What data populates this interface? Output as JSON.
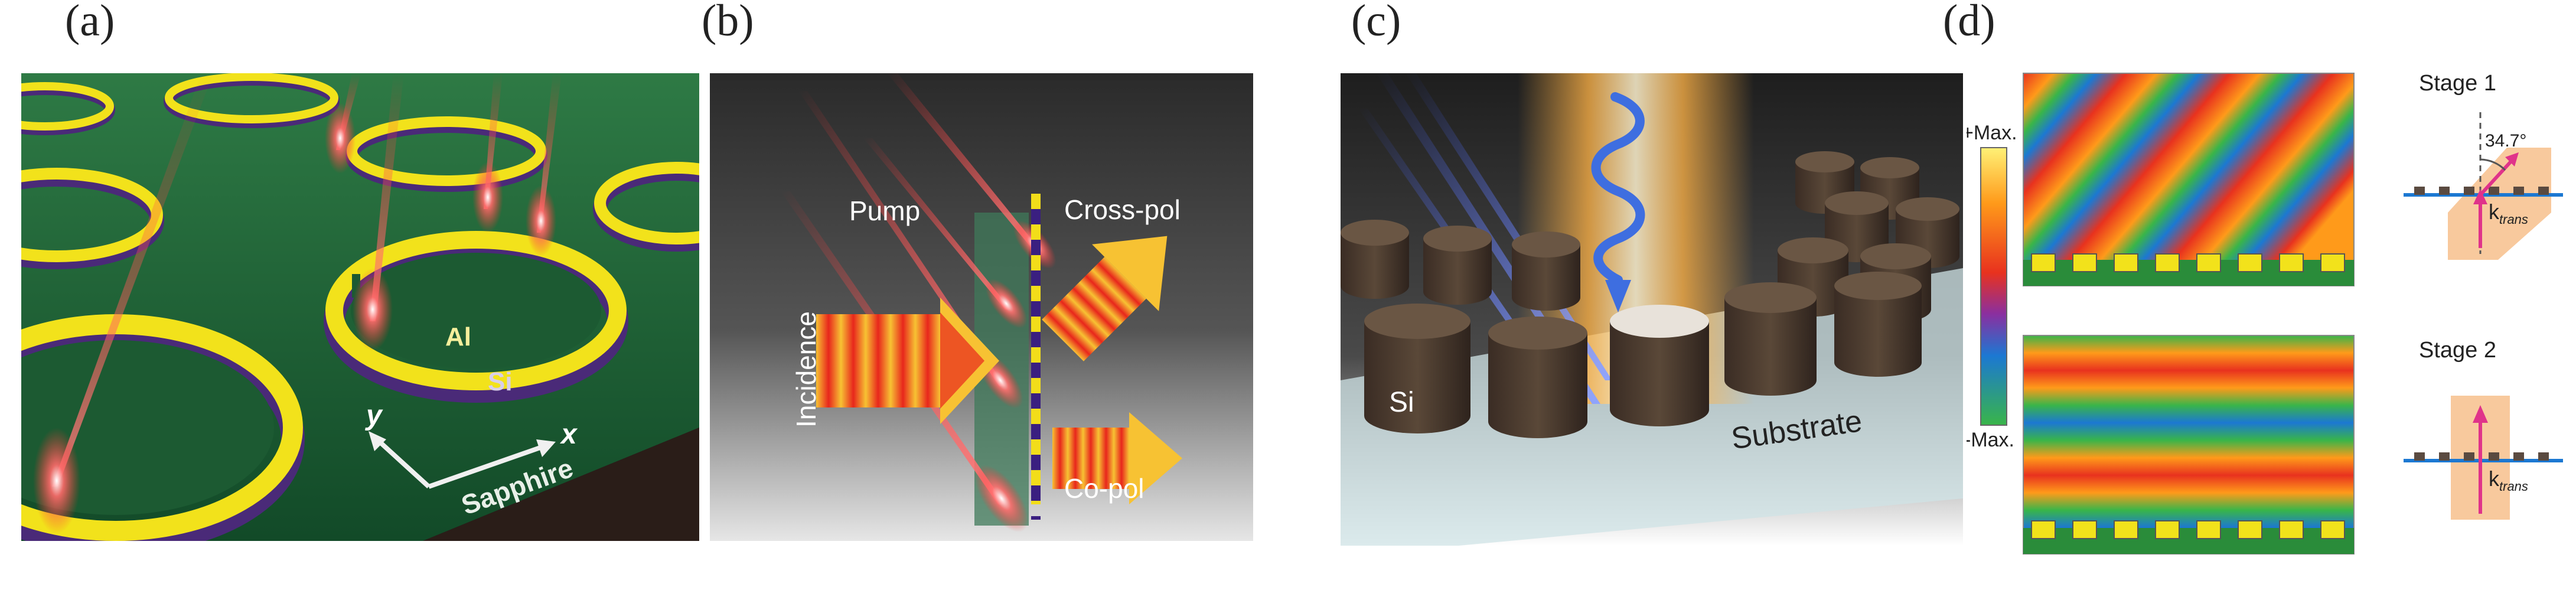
{
  "panels": {
    "a": {
      "label": "(a)",
      "text": {
        "al": "Al",
        "si": "Si",
        "axis_x": "x",
        "axis_y": "y",
        "substrate": "Sapphire"
      },
      "colors": {
        "background": "#1b5a33",
        "ring": "#f2e21b",
        "ring_side": "#4a2a78",
        "beam": "#ff4a4a"
      }
    },
    "b": {
      "label": "(b)",
      "text": {
        "pump": "Pump",
        "incidence": "Incidence",
        "cross_pol": "Cross-pol",
        "co_pol": "Co-pol"
      },
      "colors": {
        "background": "#3a3a3a",
        "wave_hot": "#e8261c",
        "wave_warm": "#f7c233"
      }
    },
    "c": {
      "label": "(c)",
      "text": {
        "si": "Si",
        "substrate": "Substrate"
      },
      "colors": {
        "pillar": "#4a3a30",
        "blue_beam": "#3550e0",
        "glow": "#ffb347"
      }
    },
    "d": {
      "label": "(d)",
      "colorbar": {
        "max_label": "+Max.",
        "min_label": "-Max."
      },
      "stage1": {
        "title": "Stage 1",
        "angle": "34.7°",
        "k_main": "k",
        "k_sub": "trans"
      },
      "stage2": {
        "title": "Stage 2",
        "k_main": "k",
        "k_sub": "trans"
      },
      "colors": {
        "field_red": "#e8321e",
        "field_blue": "#1c78d2",
        "field_green": "#39b549",
        "highlight": "#f7c08c",
        "arrow": "#e0338a"
      }
    }
  }
}
